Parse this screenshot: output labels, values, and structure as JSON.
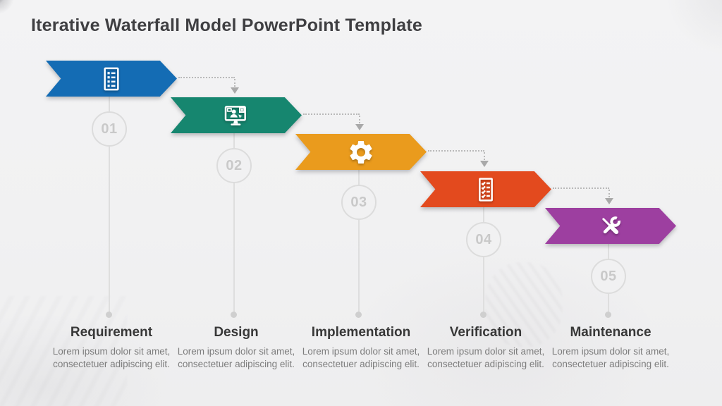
{
  "slide": {
    "title": "Iterative Waterfall Model PowerPoint Template"
  },
  "stages": [
    {
      "number": "01",
      "name": "Requirement",
      "description": "Lorem ipsum dolor sit amet, consectetuer adipiscing elit.",
      "color": "#146cb4",
      "icon": "requirements-document-icon"
    },
    {
      "number": "02",
      "name": "Design",
      "description": "Lorem ipsum dolor sit amet, consectetuer adipiscing elit.",
      "color": "#16866f",
      "icon": "design-monitor-icon"
    },
    {
      "number": "03",
      "name": "Implementation",
      "description": "Lorem ipsum dolor sit amet, consectetuer adipiscing elit.",
      "color": "#ea9b1d",
      "icon": "gear-icon"
    },
    {
      "number": "04",
      "name": "Verification",
      "description": "Lorem ipsum dolor sit amet, consectetuer adipiscing elit.",
      "color": "#e34a1e",
      "icon": "verification-checklist-icon"
    },
    {
      "number": "05",
      "name": "Maintenance",
      "description": "Lorem ipsum dolor sit amet, consectetuer adipiscing elit.",
      "color": "#9d3fa0",
      "icon": "maintenance-tools-icon"
    }
  ],
  "colors": {
    "background": "#f1f1f2",
    "title_text": "#3f3f42",
    "stage_name_text": "#383838",
    "description_text": "#7d7d7d",
    "number_text": "#c9c9c9",
    "connector_gray": "#b9b9b9",
    "icon_color": "#ffffff"
  }
}
